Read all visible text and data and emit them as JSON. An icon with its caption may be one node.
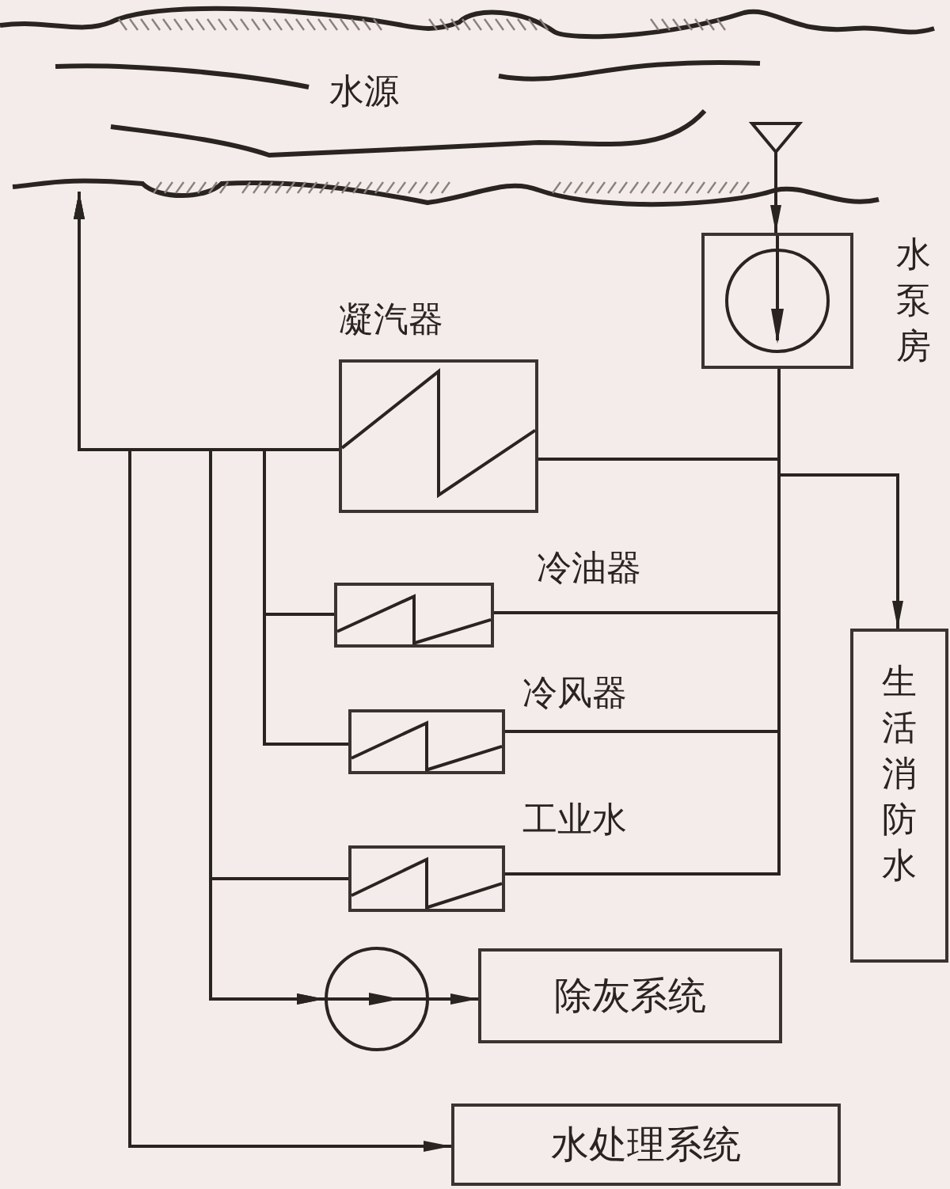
{
  "diagram": {
    "nodes": [
      {
        "text": [
          "水源"
        ]
      },
      {
        "text": [
          "水泵房"
        ]
      },
      {
        "text": [
          "凝汽器"
        ]
      },
      {
        "text": [
          "冷油器"
        ]
      },
      {
        "text": [
          "冷风器"
        ]
      },
      {
        "text": [
          "工业水"
        ]
      },
      {
        "text": [
          "生活消防水"
        ]
      },
      {
        "text": [],
        "shape": "circle"
      },
      {
        "text": [
          "除灰系统"
        ]
      },
      {
        "text": [
          "水处理系统"
        ]
      }
    ],
    "edges": [
      {
        "from": 0,
        "to": 1,
        "arrow": "to"
      },
      {
        "from": 1,
        "to": 2,
        "arrow": "none"
      },
      {
        "from": 1,
        "to": 3,
        "arrow": "none"
      },
      {
        "from": 1,
        "to": 4,
        "arrow": "none"
      },
      {
        "from": 1,
        "to": 5,
        "arrow": "none"
      },
      {
        "from": 1,
        "to": 6,
        "arrow": "to"
      },
      {
        "from": 2,
        "to": 0,
        "arrow": "to"
      },
      {
        "from": 3,
        "to": 0,
        "arrow": "to"
      },
      {
        "from": 4,
        "to": 0,
        "arrow": "to"
      },
      {
        "from": 2,
        "to": 9,
        "arrow": "to"
      },
      {
        "from": 2,
        "to": 7,
        "arrow": "to"
      },
      {
        "from": 5,
        "to": 7,
        "arrow": "to"
      },
      {
        "from": 7,
        "to": 8,
        "arrow": "to"
      }
    ]
  }
}
